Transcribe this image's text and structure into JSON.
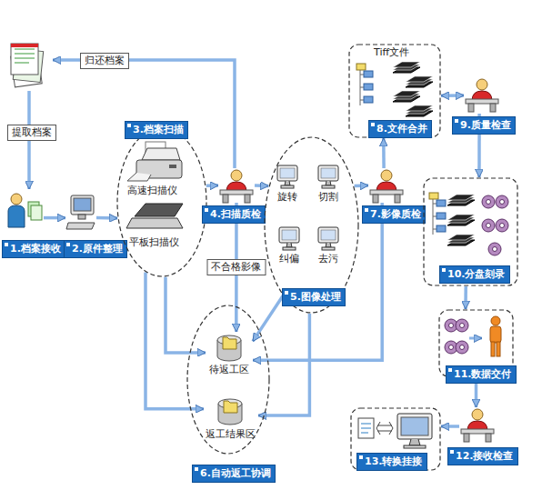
{
  "diagram": {
    "nodes": [
      {
        "text": [
          "1.档案接收"
        ]
      },
      {
        "text": [
          "2.原件整理"
        ]
      },
      {
        "text": [
          "3.档案扫描",
          "高速扫描仪",
          "平板扫描仪"
        ]
      },
      {
        "text": [
          "4.扫描质检"
        ]
      },
      {
        "text": [
          "5.图像处理",
          "旋转",
          "切割",
          "纠偏",
          "去污"
        ]
      },
      {
        "text": [
          "6.自动返工协调"
        ]
      },
      {
        "text": [
          "待返工区"
        ],
        "in": 5
      },
      {
        "text": [
          "返工结果区"
        ],
        "in": 5
      },
      {
        "text": [
          "7.影像质检"
        ]
      },
      {
        "text": [
          "8.文件合并",
          "Tiff文件"
        ]
      },
      {
        "text": [
          "9.质量检查"
        ]
      },
      {
        "text": [
          "10.分盘刻录"
        ]
      },
      {
        "text": [
          "11.数据交付"
        ]
      },
      {
        "text": [
          "12.接收检查"
        ]
      },
      {
        "text": [
          "13.转换挂接"
        ]
      }
    ],
    "edges": [
      {
        "from": 0,
        "to": 1,
        "arrow": "to"
      },
      {
        "from": 1,
        "to": 2,
        "arrow": "to"
      },
      {
        "from": 2,
        "to": 3,
        "arrow": "to"
      },
      {
        "from": 3,
        "to": 4,
        "arrow": "to"
      },
      {
        "from": 3,
        "to": 6,
        "label": "不合格影像",
        "arrow": "to"
      },
      {
        "from": 2,
        "to": 6,
        "arrow": "to"
      },
      {
        "from": 2,
        "to": 7,
        "arrow": "to"
      },
      {
        "from": 4,
        "to": 6,
        "arrow": "to"
      },
      {
        "from": 4,
        "to": 7,
        "arrow": "to"
      },
      {
        "from": 4,
        "to": 8,
        "arrow": "to"
      },
      {
        "from": 8,
        "to": 6,
        "arrow": "to"
      },
      {
        "from": 8,
        "to": 9,
        "arrow": "to"
      },
      {
        "from": 9,
        "to": 10,
        "arrow": "both"
      },
      {
        "from": 10,
        "to": 11,
        "arrow": "to"
      },
      {
        "from": 11,
        "to": 12,
        "arrow": "to"
      },
      {
        "from": 12,
        "to": 13,
        "arrow": "to"
      },
      {
        "from": 13,
        "to": 14,
        "arrow": "to"
      }
    ],
    "labels": [
      "归还档案",
      "提取档案"
    ]
  }
}
